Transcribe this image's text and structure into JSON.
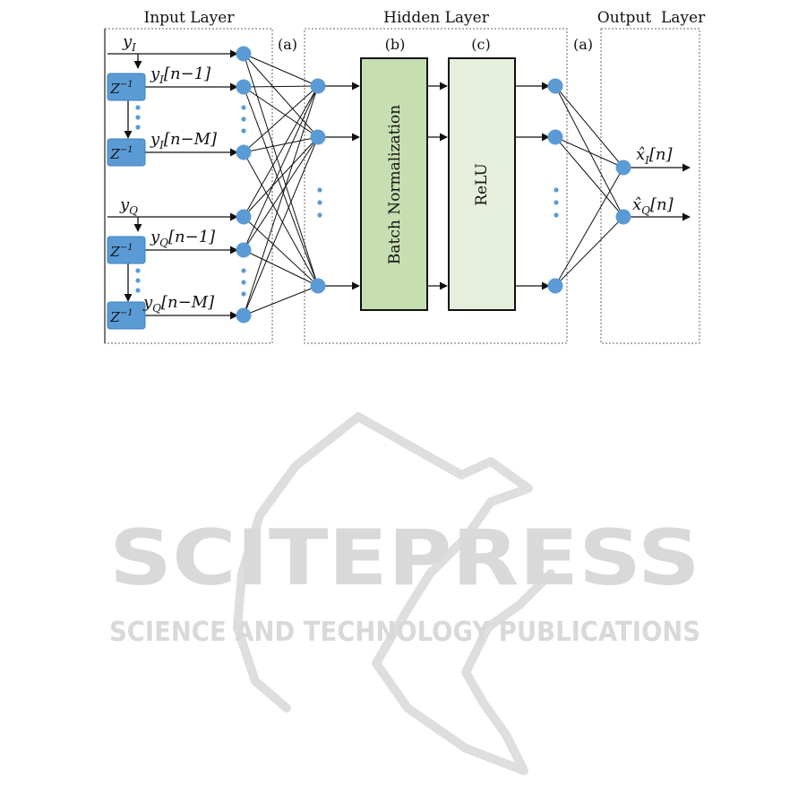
{
  "layers": {
    "input": "Input Layer",
    "hidden": "Hidden Layer",
    "output": "Output  Layer"
  },
  "markers": {
    "a_left": "(a)",
    "b": "(b)",
    "c": "(c)",
    "a_right": "(a)"
  },
  "blocks": {
    "batch_norm": "Batch Normalization",
    "relu": "ReLU"
  },
  "signals": {
    "yI": "y",
    "yI_sub": "I",
    "yI_delay1": "[n−1]",
    "yI_delayM": "[n−M]",
    "yQ": "y",
    "yQ_sub": "Q",
    "yQ_delay1": "[n−1]",
    "yQ_delayM": "[n−M]"
  },
  "delay_label": "Z",
  "delay_exp": "−1",
  "outputs": {
    "xI": "x̂",
    "xI_sub": "I",
    "xI_arg": "[n]",
    "xQ": "x̂",
    "xQ_sub": "Q",
    "xQ_arg": "[n]"
  },
  "watermark": {
    "brand": "SCITEPRESS",
    "tagline": "SCIENCE AND TECHNOLOGY PUBLICATIONS"
  },
  "colors": {
    "neuron": "#5b9bd5",
    "delay_box": "#5b9bd5",
    "batch_norm_fill": "#c6deb0",
    "relu_fill": "#e6efdc",
    "watermark": "#d6d6d6"
  }
}
